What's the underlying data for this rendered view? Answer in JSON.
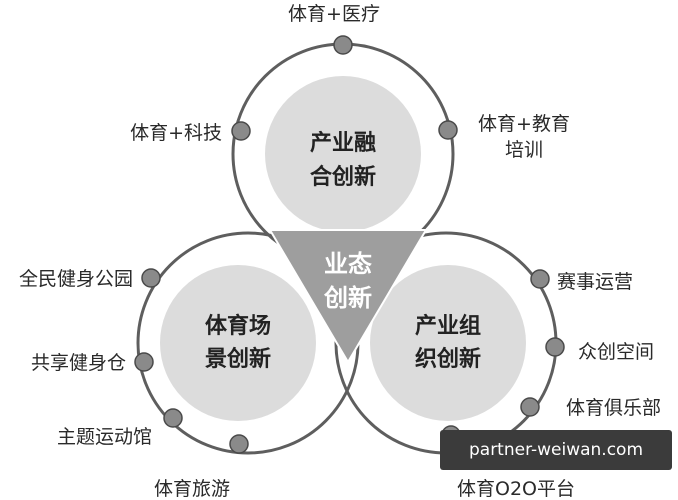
{
  "center": {
    "line1": "业态",
    "line2": "创新"
  },
  "top_circle": {
    "line1": "产业融",
    "line2": "合创新",
    "labels": {
      "medical": "体育+医疗",
      "tech": "体育+科技",
      "education_line1": "体育+教育",
      "education_line2": "培训"
    }
  },
  "left_circle": {
    "line1": "体育场",
    "line2": "景创新",
    "labels": {
      "park": "全民健身公园",
      "shared": "共享健身仓",
      "venue": "主题运动馆",
      "tourism": "体育旅游"
    }
  },
  "right_circle": {
    "line1": "产业组",
    "line2": "织创新",
    "labels": {
      "events": "赛事运营",
      "crowd": "众创空间",
      "club": "体育俱乐部",
      "o2o": "体育O2O平台"
    }
  },
  "watermark": "partner-weiwan.com",
  "colors": {
    "ring": "#5e5e5e",
    "inner_fill": "#dcdcdc",
    "dot": "#8a8a8a",
    "triangle": "#9e9e9e"
  }
}
